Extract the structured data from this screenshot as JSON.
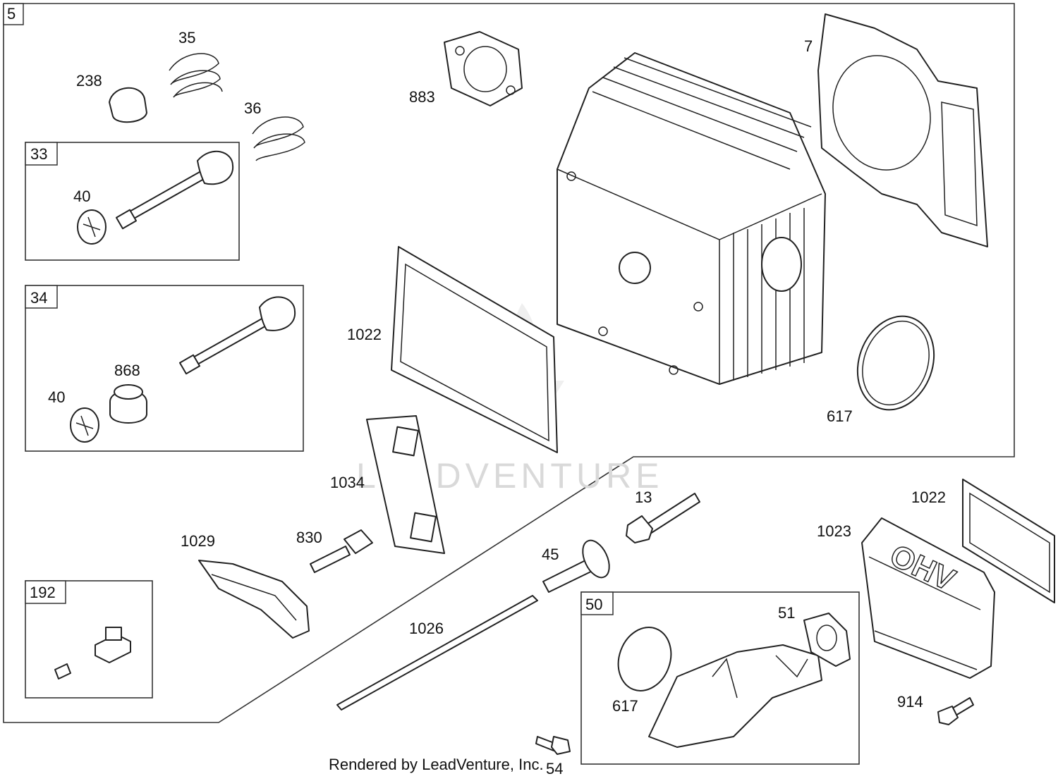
{
  "boxes": {
    "main": "5",
    "b33": "33",
    "b34": "34",
    "b192": "192",
    "b50": "50"
  },
  "parts": {
    "p238": "238",
    "p35": "35",
    "p36": "36",
    "p40a": "40",
    "p40b": "40",
    "p868": "868",
    "p883": "883",
    "p7": "7",
    "p1022a": "1022",
    "p617a": "617",
    "p1034": "1034",
    "p1029": "1029",
    "p830": "830",
    "p13": "13",
    "p45": "45",
    "p1026": "1026",
    "p1022b": "1022",
    "p1023": "1023",
    "p51": "51",
    "p617b": "617",
    "p914": "914",
    "p54": "54"
  },
  "watermark": "LEADVENTURE",
  "footer": "Rendered by LeadVenture, Inc."
}
